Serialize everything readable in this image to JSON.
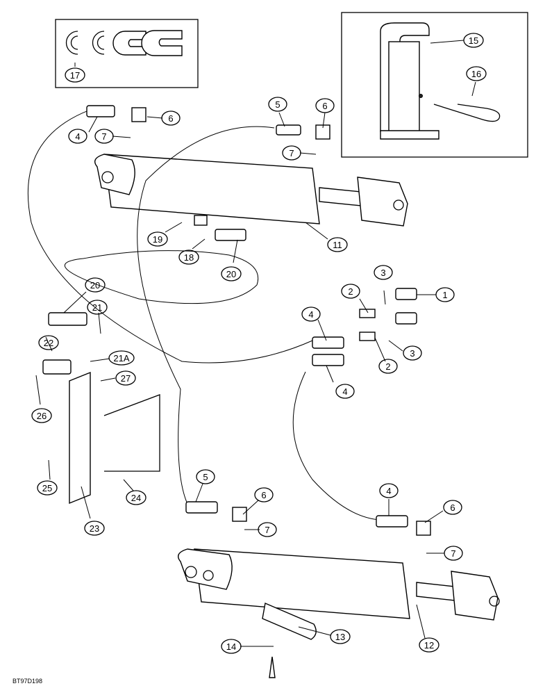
{
  "figure_code": "BT97D198",
  "callouts": [
    {
      "label": "1"
    },
    {
      "label": "2"
    },
    {
      "label": "2"
    },
    {
      "label": "3"
    },
    {
      "label": "3"
    },
    {
      "label": "4"
    },
    {
      "label": "4"
    },
    {
      "label": "4"
    },
    {
      "label": "4"
    },
    {
      "label": "5"
    },
    {
      "label": "5"
    },
    {
      "label": "6"
    },
    {
      "label": "6"
    },
    {
      "label": "6"
    },
    {
      "label": "6"
    },
    {
      "label": "7"
    },
    {
      "label": "7"
    },
    {
      "label": "7"
    },
    {
      "label": "7"
    },
    {
      "label": "11"
    },
    {
      "label": "12"
    },
    {
      "label": "13"
    },
    {
      "label": "14"
    },
    {
      "label": "15"
    },
    {
      "label": "16"
    },
    {
      "label": "17"
    },
    {
      "label": "18"
    },
    {
      "label": "19"
    },
    {
      "label": "20"
    },
    {
      "label": "20"
    },
    {
      "label": "21"
    },
    {
      "label": "21A"
    },
    {
      "label": "22"
    },
    {
      "label": "23"
    },
    {
      "label": "24"
    },
    {
      "label": "25"
    },
    {
      "label": "26"
    },
    {
      "label": "27"
    }
  ]
}
